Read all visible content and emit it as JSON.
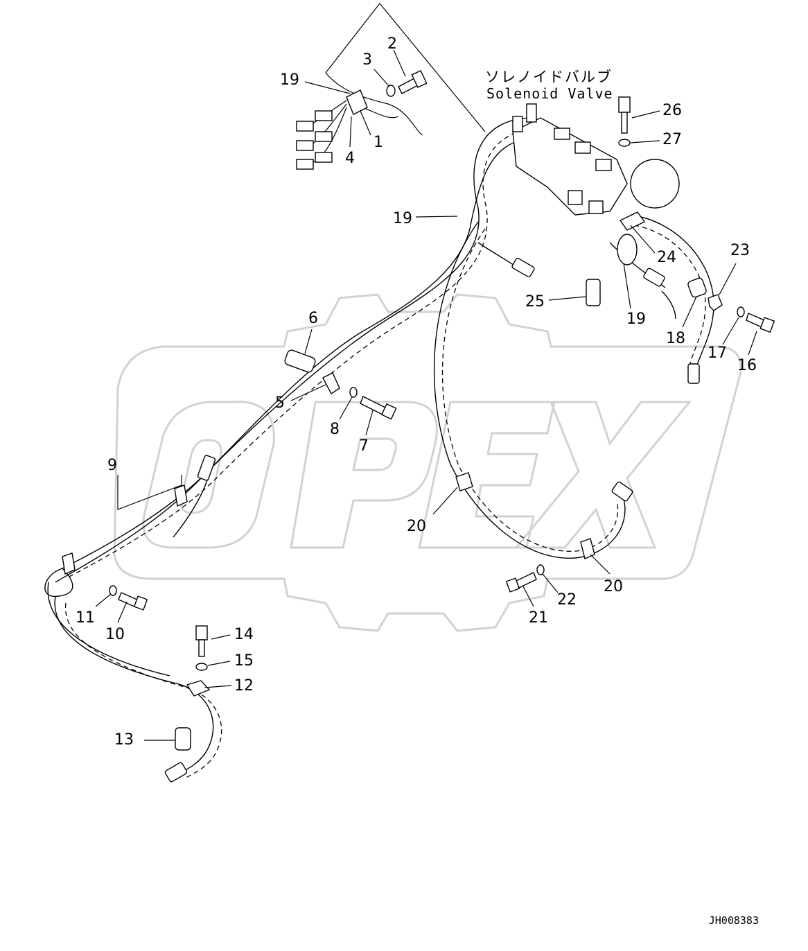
{
  "diagram": {
    "title_ja": "ソレノイドバルブ",
    "title_en": "Solenoid Valve",
    "drawing_code": "JH008383",
    "watermark": "OPEX",
    "callouts": [
      {
        "id": "c1",
        "label": "1"
      },
      {
        "id": "c2",
        "label": "2"
      },
      {
        "id": "c3",
        "label": "3"
      },
      {
        "id": "c4",
        "label": "4"
      },
      {
        "id": "c19a",
        "label": "19"
      },
      {
        "id": "c19b",
        "label": "19"
      },
      {
        "id": "c19c",
        "label": "19"
      },
      {
        "id": "c26",
        "label": "26"
      },
      {
        "id": "c27",
        "label": "27"
      },
      {
        "id": "c24",
        "label": "24"
      },
      {
        "id": "c25",
        "label": "25"
      },
      {
        "id": "c23",
        "label": "23"
      },
      {
        "id": "c18",
        "label": "18"
      },
      {
        "id": "c17",
        "label": "17"
      },
      {
        "id": "c16",
        "label": "16"
      },
      {
        "id": "c6",
        "label": "6"
      },
      {
        "id": "c5",
        "label": "5"
      },
      {
        "id": "c8",
        "label": "8"
      },
      {
        "id": "c7",
        "label": "7"
      },
      {
        "id": "c9",
        "label": "9"
      },
      {
        "id": "c11",
        "label": "11"
      },
      {
        "id": "c10",
        "label": "10"
      },
      {
        "id": "c20a",
        "label": "20"
      },
      {
        "id": "c20b",
        "label": "20"
      },
      {
        "id": "c21",
        "label": "21"
      },
      {
        "id": "c22",
        "label": "22"
      },
      {
        "id": "c14",
        "label": "14"
      },
      {
        "id": "c15",
        "label": "15"
      },
      {
        "id": "c12",
        "label": "12"
      },
      {
        "id": "c13",
        "label": "13"
      }
    ]
  }
}
